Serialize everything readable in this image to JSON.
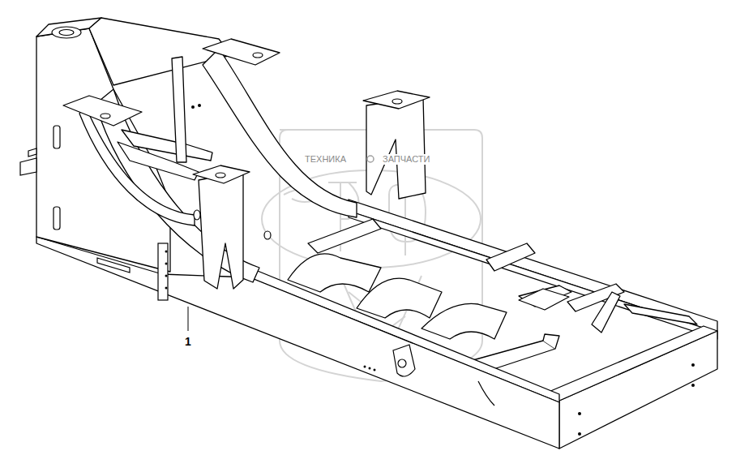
{
  "diagram": {
    "labels": [
      "1",
      "ТЕХНИКА",
      "ЗАПЧАСТИ"
    ]
  }
}
